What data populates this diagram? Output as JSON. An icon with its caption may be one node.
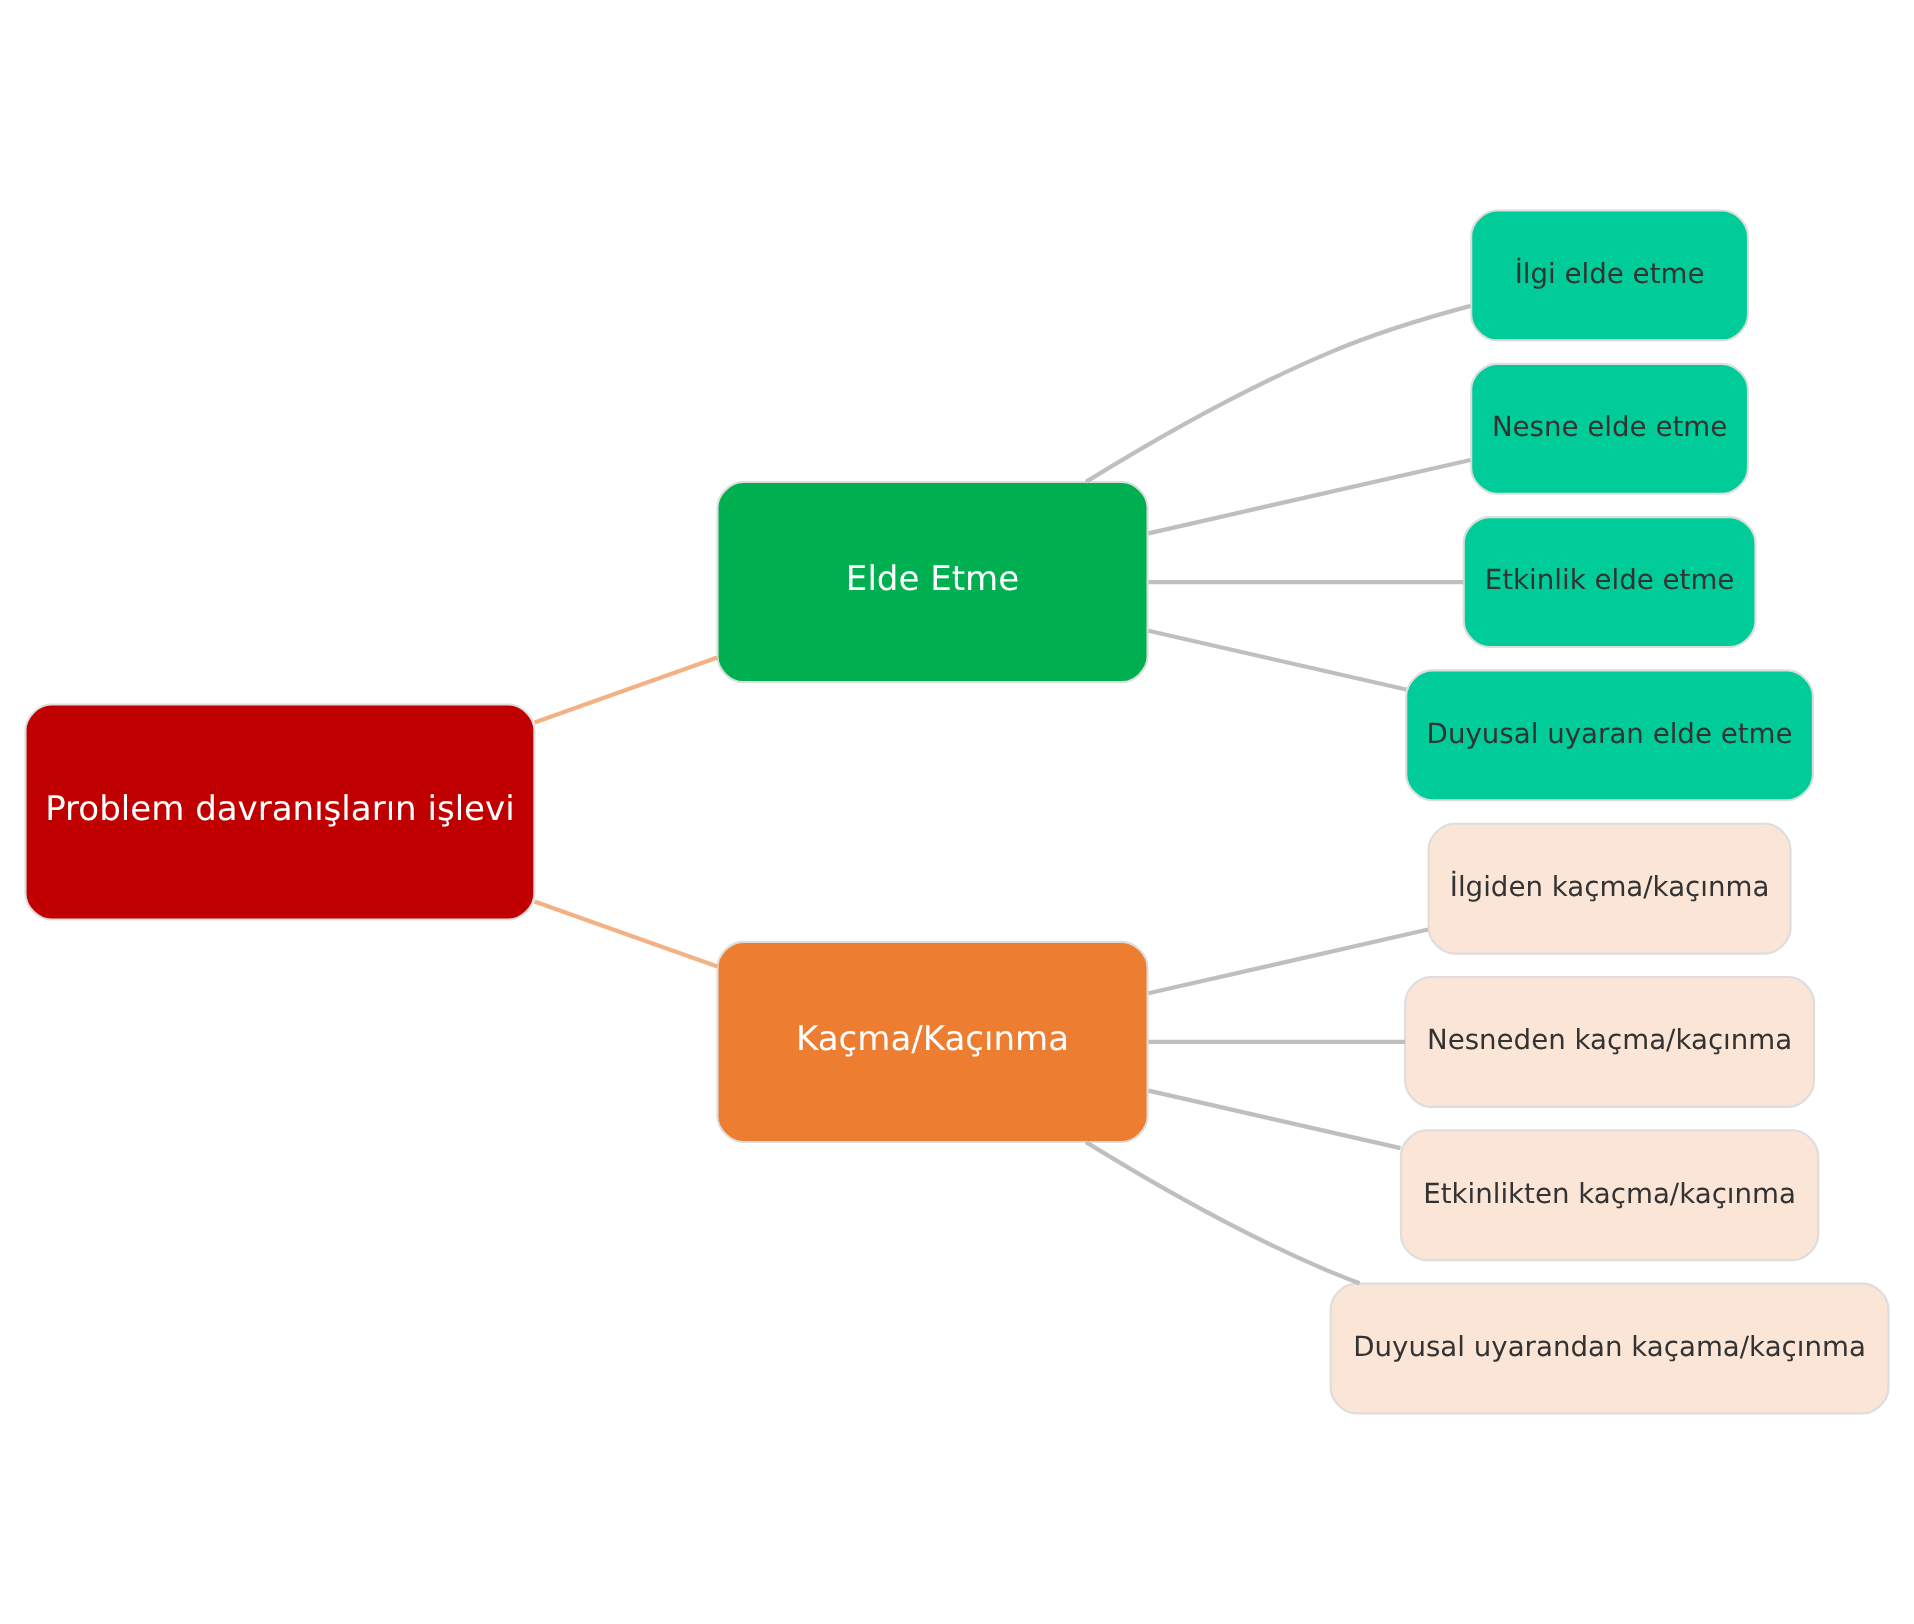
{
  "diagram": {
    "nodes": [
      {
        "text": [
          "Problem davranışların işlevi"
        ]
      },
      {
        "text": [
          "Elde Etme"
        ]
      },
      {
        "text": [
          "İlgi elde etme"
        ]
      },
      {
        "text": [
          "Nesne elde etme"
        ]
      },
      {
        "text": [
          "Etkinlik elde etme"
        ]
      },
      {
        "text": [
          "Duyusal uyaran elde etme"
        ]
      },
      {
        "text": [
          "Kaçma/Kaçınma"
        ]
      },
      {
        "text": [
          "İlgiden kaçma/kaçınma"
        ]
      },
      {
        "text": [
          "Nesneden kaçma/kaçınma"
        ]
      },
      {
        "text": [
          "Etkinlikten kaçma/kaçınma"
        ]
      },
      {
        "text": [
          "Duyusal uyarandan kaçama/kaçınma"
        ]
      }
    ],
    "edges": [
      {
        "from": 0,
        "to": 1,
        "arrow": "none",
        "color": "#f4b183"
      },
      {
        "from": 0,
        "to": 6,
        "arrow": "none",
        "color": "#f4b183"
      },
      {
        "from": 1,
        "to": 2,
        "arrow": "none"
      },
      {
        "from": 1,
        "to": 3,
        "arrow": "none"
      },
      {
        "from": 1,
        "to": 4,
        "arrow": "none"
      },
      {
        "from": 1,
        "to": 5,
        "arrow": "none"
      },
      {
        "from": 6,
        "to": 7,
        "arrow": "none"
      },
      {
        "from": 6,
        "to": 8,
        "arrow": "none"
      },
      {
        "from": 6,
        "to": 9,
        "arrow": "none"
      },
      {
        "from": 6,
        "to": 10,
        "arrow": "none"
      }
    ]
  }
}
